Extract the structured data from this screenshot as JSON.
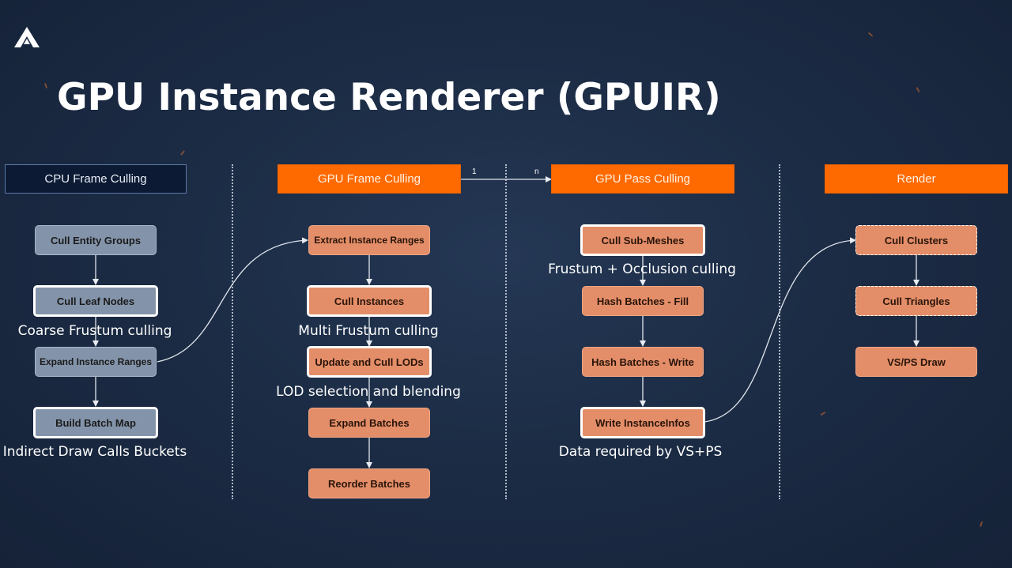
{
  "slide": {
    "title": "GPU Instance Renderer (GPUIR)",
    "logo_icon": "brand-a-logo-icon",
    "colors": {
      "background": "#1c2c45",
      "accent_orange": "#ff6a00",
      "node_orange": "#e38e68",
      "node_grey": "#8394aa",
      "cpu_header": "#0c1a33"
    }
  },
  "columns": [
    {
      "header": "CPU Frame Culling",
      "nodes": [
        {
          "label": "Cull Entity Groups"
        },
        {
          "label": "Cull Leaf Nodes",
          "note": "Coarse Frustum culling"
        },
        {
          "label": "Expand Instance Ranges"
        },
        {
          "label": "Build Batch Map",
          "note": "Indirect Draw Calls Buckets"
        }
      ]
    },
    {
      "header": "GPU Frame Culling",
      "nodes": [
        {
          "label": "Extract Instance Ranges"
        },
        {
          "label": "Cull Instances",
          "note": "Multi Frustum culling"
        },
        {
          "label": "Update and Cull LODs",
          "note": "LOD selection and blending"
        },
        {
          "label": "Expand Batches"
        },
        {
          "label": "Reorder Batches"
        }
      ]
    },
    {
      "header": "GPU Pass Culling",
      "nodes": [
        {
          "label": "Cull Sub-Meshes",
          "note": "Frustum + Occlusion culling"
        },
        {
          "label": "Hash Batches - Fill"
        },
        {
          "label": "Hash Batches - Write"
        },
        {
          "label": "Write InstanceInfos",
          "note": "Data required by VS+PS"
        }
      ]
    },
    {
      "header": "Render",
      "nodes": [
        {
          "label": "Cull Clusters"
        },
        {
          "label": "Cull Triangles"
        },
        {
          "label": "VS/PS Draw"
        }
      ]
    }
  ],
  "header_link": {
    "from_label": "1",
    "to_label": "n"
  }
}
